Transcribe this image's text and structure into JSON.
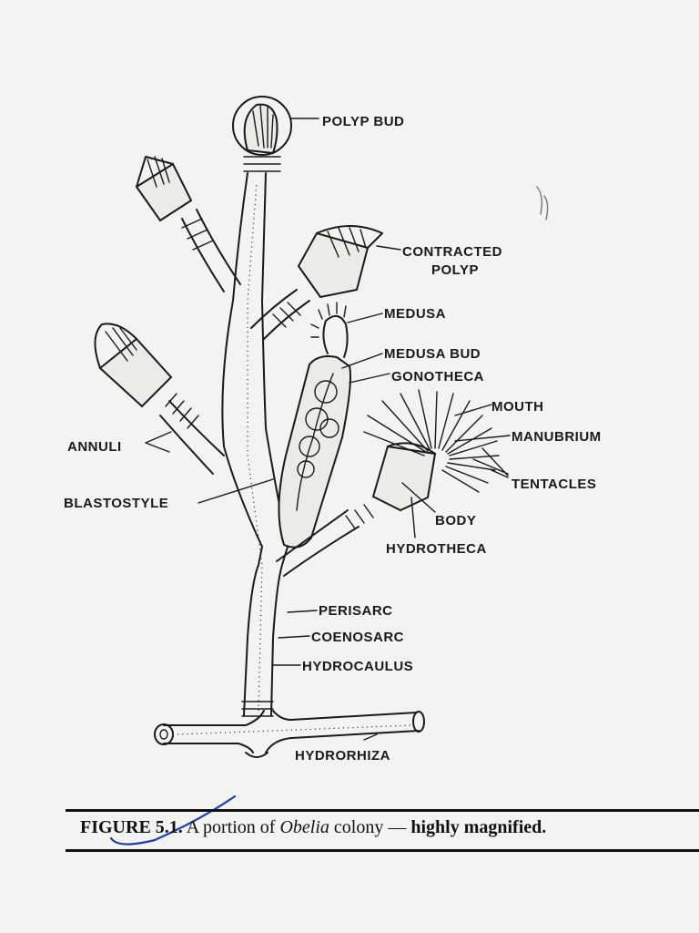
{
  "labels": {
    "polyp_bud": "POLYP BUD",
    "contracted_polyp_1": "CONTRACTED",
    "contracted_polyp_2": "POLYP",
    "medusa": "MEDUSA",
    "medusa_bud": "MEDUSA BUD",
    "gonotheca": "GONOTHECA",
    "mouth": "MOUTH",
    "manubrium": "MANUBRIUM",
    "tentacles": "TENTACLES",
    "annuli": "ANNULI",
    "blastostyle": "BLASTOSTYLE",
    "body": "BODY",
    "hydrotheca": "HYDROTHECA",
    "perisarc": "PERISARC",
    "coenosarc": "COENOSARC",
    "hydrocaulus": "HYDROCAULUS",
    "hydrorhiza": "HYDRORHIZA"
  },
  "caption": {
    "figure_number": "FIGURE 5.1.",
    "text_before": " A portion of ",
    "genus": "Obelia",
    "text_after": " colony",
    "dash": " — ",
    "qualifier": "highly magnified."
  },
  "colors": {
    "ink": "#1a1a1a",
    "paper": "#f3f3f1",
    "pen_mark": "#1f3fa8"
  }
}
